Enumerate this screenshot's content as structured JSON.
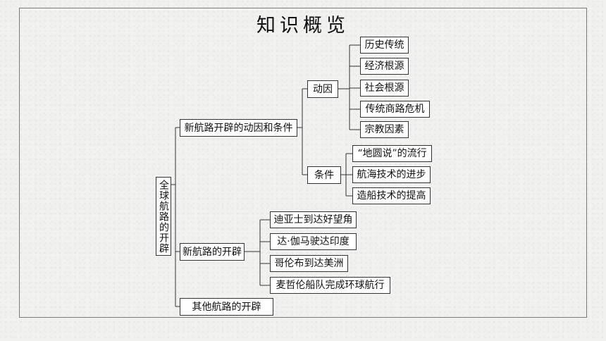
{
  "title": "知识概览",
  "root": "全球航路的开辟",
  "branches": [
    {
      "label": "新航路开辟的动因和条件",
      "children": [
        {
          "label": "动因",
          "items": [
            "历史传统",
            "经济根源",
            "社会根源",
            "传统商路危机",
            "宗教因素"
          ]
        },
        {
          "label": "条件",
          "items": [
            "“地圆说”的流行",
            "航海技术的进步",
            "造船技术的提高"
          ]
        }
      ]
    },
    {
      "label": "新航路的开辟",
      "items": [
        "迪亚士到达好望角",
        "达·伽马驶达印度",
        "哥伦布到达美洲",
        "麦哲伦船队完成环球航行"
      ]
    },
    {
      "label": "其他航路的开辟"
    }
  ]
}
